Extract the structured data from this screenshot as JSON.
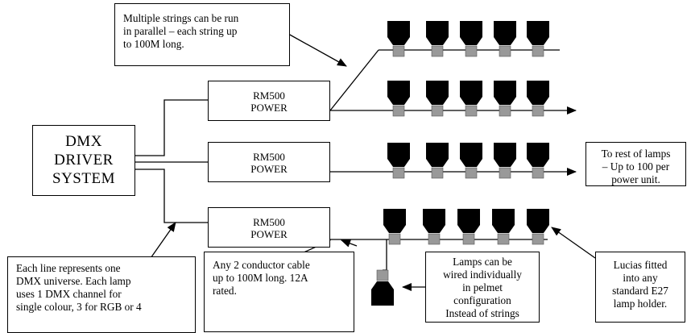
{
  "driver": {
    "lines": [
      "DMX",
      "DRIVER",
      "SYSTEM"
    ]
  },
  "power_units": [
    {
      "lines": [
        "RM500",
        "POWER"
      ]
    },
    {
      "lines": [
        "RM500",
        "POWER"
      ]
    },
    {
      "lines": [
        "RM500",
        "POWER"
      ]
    }
  ],
  "notes": {
    "parallel": [
      "Multiple strings can be run",
      "in parallel – each string up",
      "to 100M long."
    ],
    "rest": [
      "To rest of lamps",
      "– Up to 100 per",
      "power unit."
    ],
    "universe": [
      "Each line represents one",
      "DMX universe. Each lamp",
      "uses 1 DMX channel for",
      "single colour, 3 for RGB or 4"
    ],
    "cable": [
      "Any 2 conductor cable",
      "up to 100M long. 12A",
      "rated."
    ],
    "individual": [
      "Lamps can be",
      "wired individually",
      "in pelmet",
      "configuration",
      "Instead of strings"
    ],
    "holder": [
      "Lucias fitted",
      "into any",
      "standard E27",
      "lamp holder."
    ]
  },
  "colors": {
    "lamp": "#000000",
    "socket": "#999999",
    "line": "#000000"
  }
}
